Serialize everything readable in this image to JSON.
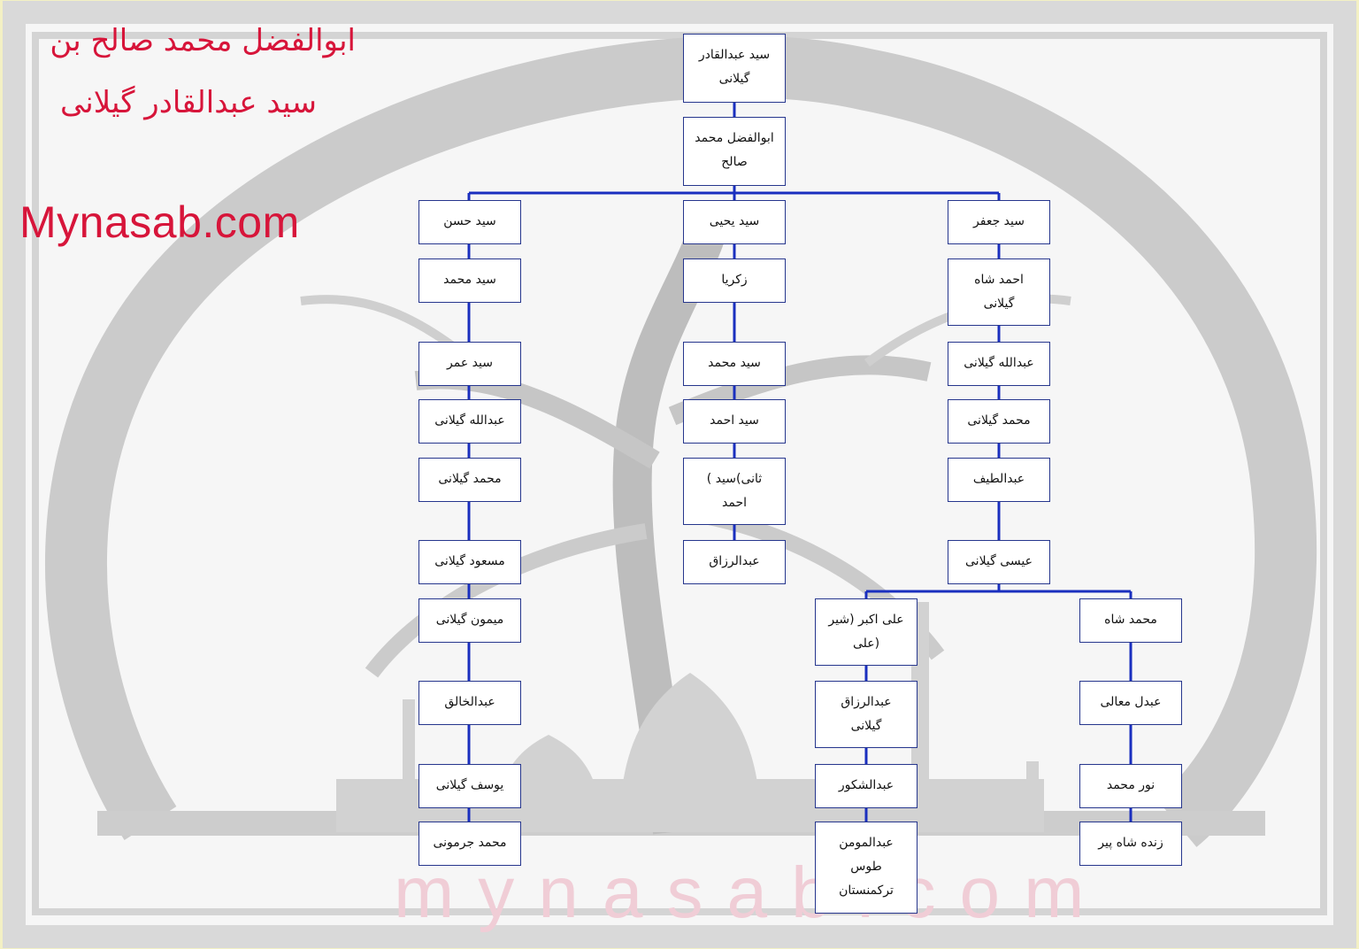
{
  "header": {
    "title_line1": "ابوالفضل محمد صالح بن",
    "title_line2": "سید عبدالقادر گیلانی",
    "brand": "Mynasab.com",
    "watermark": "mynasab.com"
  },
  "colors": {
    "line": "#1a2fbf",
    "node_border": "#26368d",
    "title_text": "#d7153a",
    "watermark_text": "#f0cdd6",
    "background_art": "#c4c4c4"
  },
  "tree": {
    "root": "سید عبدالقادر\nگیلانی",
    "son": "ابوالفضل محمد\nصالح",
    "branch_hasan": [
      "سید حسن",
      "سید محمد",
      "سید عمر",
      "عبدالله گیلانی",
      "محمد گیلانی",
      "مسعود گیلانی",
      "میمون گیلانی",
      "عبدالخالق",
      "یوسف گیلانی",
      "محمد جرمونی"
    ],
    "branch_yahya": [
      "سید یحیی",
      "زکریا",
      "سید محمد",
      "سید احمد",
      "ثانی)سید )\nاحمد",
      "عبدالرزاق"
    ],
    "branch_jafar": [
      "سید جعفر",
      "احمد شاه\nگیلانی",
      "عبدالله گیلانی",
      "محمد گیلانی",
      "عبدالطیف",
      "عیسی گیلانی"
    ],
    "branch_ali_akbar": [
      "علی اکبر (شیر\n(علی",
      "عبدالرزاق\nگیلانی",
      "عبدالشکور",
      "عبدالمومن\nطوس\nترکمنستان"
    ],
    "branch_muhammad_shah": [
      "محمد شاه",
      "عبدل معالی",
      "نور محمد",
      "زنده شاه پیر"
    ]
  }
}
